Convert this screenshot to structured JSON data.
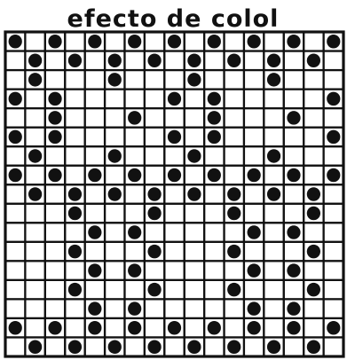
{
  "title": "efecto de colol",
  "ink_color": "#111111",
  "paper_color": "#ffffff",
  "grid": {
    "columns": 17,
    "rows": 17,
    "dots": [
      [
        0,
        2,
        4,
        6,
        8,
        10,
        12,
        14,
        16
      ],
      [
        1,
        3,
        5,
        7,
        9,
        11,
        13,
        15
      ],
      [
        1,
        5,
        9,
        13
      ],
      [
        0,
        2,
        8,
        10,
        16
      ],
      [
        2,
        6,
        10,
        14
      ],
      [
        0,
        2,
        8,
        10,
        16
      ],
      [
        1,
        5,
        9,
        13
      ],
      [
        0,
        2,
        4,
        6,
        8,
        10,
        12,
        14,
        16
      ],
      [
        1,
        3,
        5,
        7,
        9,
        11,
        13,
        15
      ],
      [
        3,
        7,
        11,
        15
      ],
      [
        4,
        6,
        12,
        14
      ],
      [
        3,
        7,
        11,
        15
      ],
      [
        4,
        6,
        12,
        14
      ],
      [
        3,
        7,
        11,
        15
      ],
      [
        4,
        6,
        12,
        14
      ],
      [
        0,
        2,
        4,
        6,
        8,
        10,
        12,
        14,
        16
      ],
      [
        1,
        3,
        5,
        7,
        9,
        11,
        13,
        15
      ]
    ]
  }
}
